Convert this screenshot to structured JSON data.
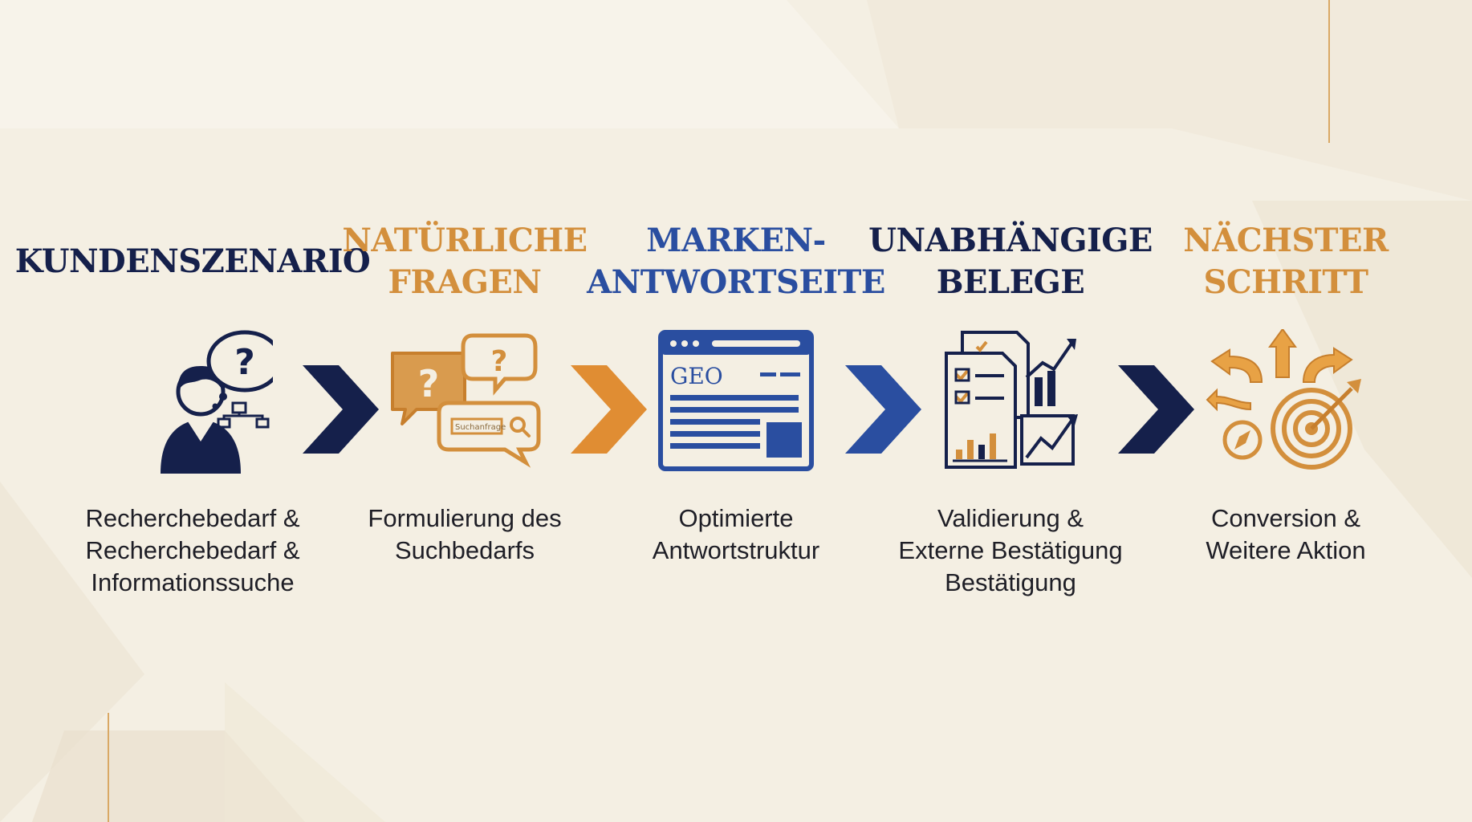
{
  "steps": [
    {
      "title": "KUNDENSZENARIO",
      "description": "Recherchebedarf &\nRecherchebedarf &\nInformationssuche",
      "title_color": "navy",
      "icon": "person-thinking-icon"
    },
    {
      "title": "NATÜRLICHE\nFRAGEN",
      "description": "Formulierung des\nSuchbedarfs",
      "title_color": "gold",
      "icon": "speech-bubbles-icon",
      "search_bar_text": "Suchanfrage"
    },
    {
      "title": "MARKEN-\nANTWORTSEITE",
      "description": "Optimierte\nAntwortstruktur",
      "title_color": "blue",
      "icon": "web-page-icon",
      "page_logo": "GEO"
    },
    {
      "title": "UNABHÄNGIGE\nBELEGE",
      "description": "Validierung &\nExterne Bestätigung\nBestätigung",
      "title_color": "navy",
      "icon": "documents-chart-icon"
    },
    {
      "title": "NÄCHSTER\nSCHRITT",
      "description": "Conversion &\nWeitere Aktion",
      "title_color": "gold",
      "icon": "target-arrows-icon"
    }
  ],
  "arrows": [
    {
      "color": "#15204b",
      "icon": "chevron-right-icon"
    },
    {
      "color": "#e08d33",
      "icon": "chevron-right-icon"
    },
    {
      "color": "#2a4ea0",
      "icon": "chevron-right-icon"
    },
    {
      "color": "#15204b",
      "icon": "chevron-right-icon"
    }
  ],
  "colors": {
    "navy": "#15204b",
    "gold": "#d38f3c",
    "blue": "#2a4ea0",
    "background": "#f4efe3"
  }
}
